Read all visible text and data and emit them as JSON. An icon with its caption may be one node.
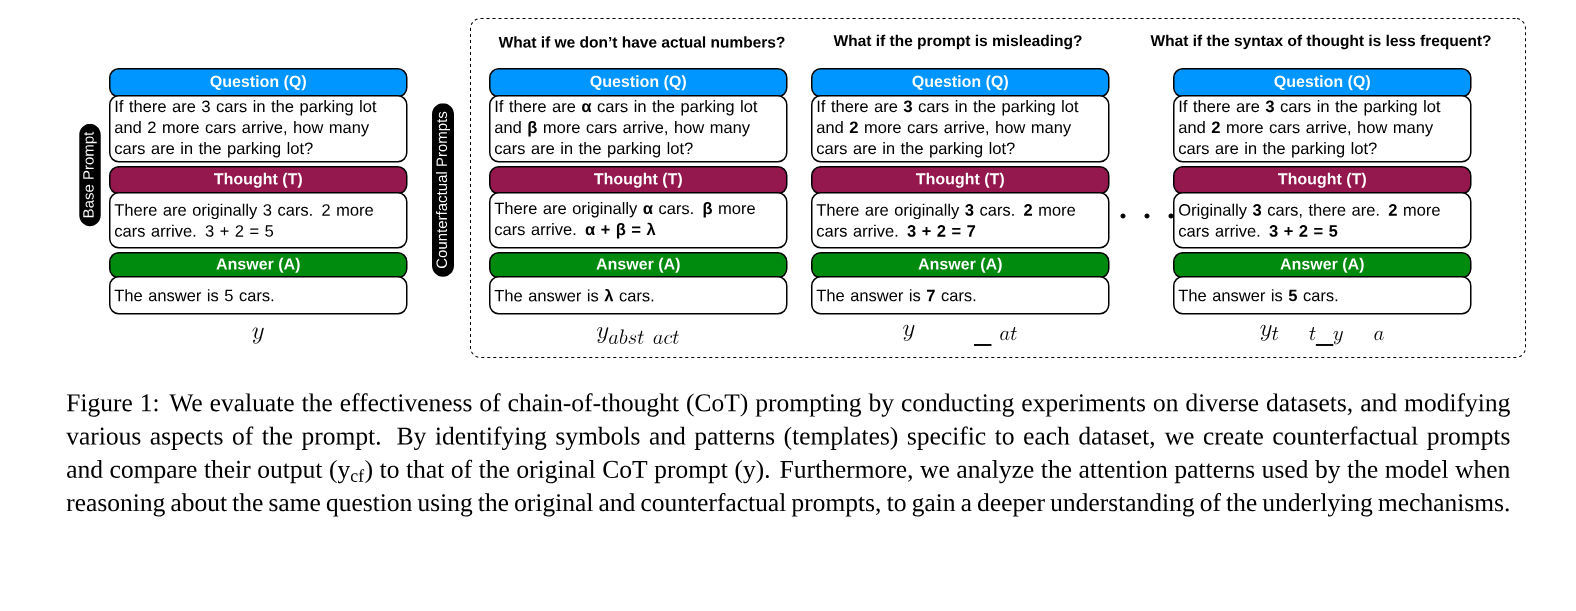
{
  "diagram": {
    "nodes": [
      {
        "text": [
          "Base Prompt"
        ]
      },
      {
        "text": [
          "Question (Q)"
        ]
      },
      {
        "text": [
          "If there are 3 cars in the parking lot and 2 more cars arrive, how many cars are in the parking lot?"
        ]
      },
      {
        "text": [
          "Thought (T)"
        ]
      },
      {
        "text": [
          "There are originally 3 cars. 2 more cars arrive. 3 + 2 = 5"
        ]
      },
      {
        "text": [
          "Answer (A)"
        ]
      },
      {
        "text": [
          "The answer is 5 cars."
        ],
        "beside": [
          "y"
        ]
      },
      {
        "text": [],
        "shape": "box"
      },
      {
        "text": [
          "Counterfactual Prompts"
        ]
      },
      {
        "text": [
          "Question (Q)"
        ],
        "in": 7
      },
      {
        "text": [
          "If there are **α** cars in the parking lot and **β** more cars arrive, how many cars are in the parking lot?"
        ],
        "in": 7
      },
      {
        "text": [
          "Thought (T)"
        ],
        "in": 7
      },
      {
        "text": [
          "There are originally **α** cars. **β** more cars arrive. **α + β = λ**"
        ],
        "in": 7
      },
      {
        "text": [
          "Answer (A)"
        ],
        "in": 7
      },
      {
        "text": [
          "The answer is **λ** cars."
        ],
        "in": 7,
        "beside": [
          "y_{abst\\ act}"
        ]
      },
      {
        "text": [
          "Question (Q)"
        ],
        "in": 7
      },
      {
        "text": [
          "If there are **3** cars in the parking lot and **2** more cars arrive, how many cars are in the parking lot?"
        ],
        "in": 7
      },
      {
        "text": [
          "Thought (T)"
        ],
        "in": 7
      },
      {
        "text": [
          "There are originally **3** cars. **2** more cars arrive. **3 + 2 = 7**"
        ],
        "in": 7
      },
      {
        "text": [
          "Answer (A)"
        ],
        "in": 7
      },
      {
        "text": [
          "The answer is **7** cars."
        ],
        "in": 7,
        "beside": [
          "y_{\\qquad\\_\\ at}"
        ]
      },
      {
        "text": [
          "Question (Q)"
        ],
        "in": 7
      },
      {
        "text": [
          "If there are **3** cars in the parking lot and **2** more cars arrive, how many cars are in the parking lot?"
        ],
        "in": 7
      },
      {
        "text": [
          "Thought (T)"
        ],
        "in": 7
      },
      {
        "text": [
          "Originally **3** cars, there are. **2** more cars arrive. **3 + 2 = 5**"
        ],
        "in": 7
      },
      {
        "text": [
          "Answer (A)"
        ],
        "in": 7
      },
      {
        "text": [
          "The answer is **5** cars."
        ],
        "in": 7,
        "beside": [
          "y_{t\\quad t\\_y\\quad a}"
        ]
      }
    ],
    "labels": [
      "What if we don’t have actual numbers?",
      "What if the prompt is misleading?",
      "What if the syntax of thought is less frequent?"
    ],
    "caption": "Figure 1: We evaluate the effectiveness of chain-of-thought (CoT) prompting by conducting experiments on diverse datasets, and modifying various aspects of the prompt. By identifying symbols and patterns (templates) specific to each dataset, we create counterfactual prompts and compare their output (y$_{cf}$) to that of the original CoT prompt (y). Furthermore, we analyze the attention patterns used by the model when reasoning about the same question using the original and counterfactual prompts, to gain a deeper understanding of the underlying mechanisms."
  }
}
